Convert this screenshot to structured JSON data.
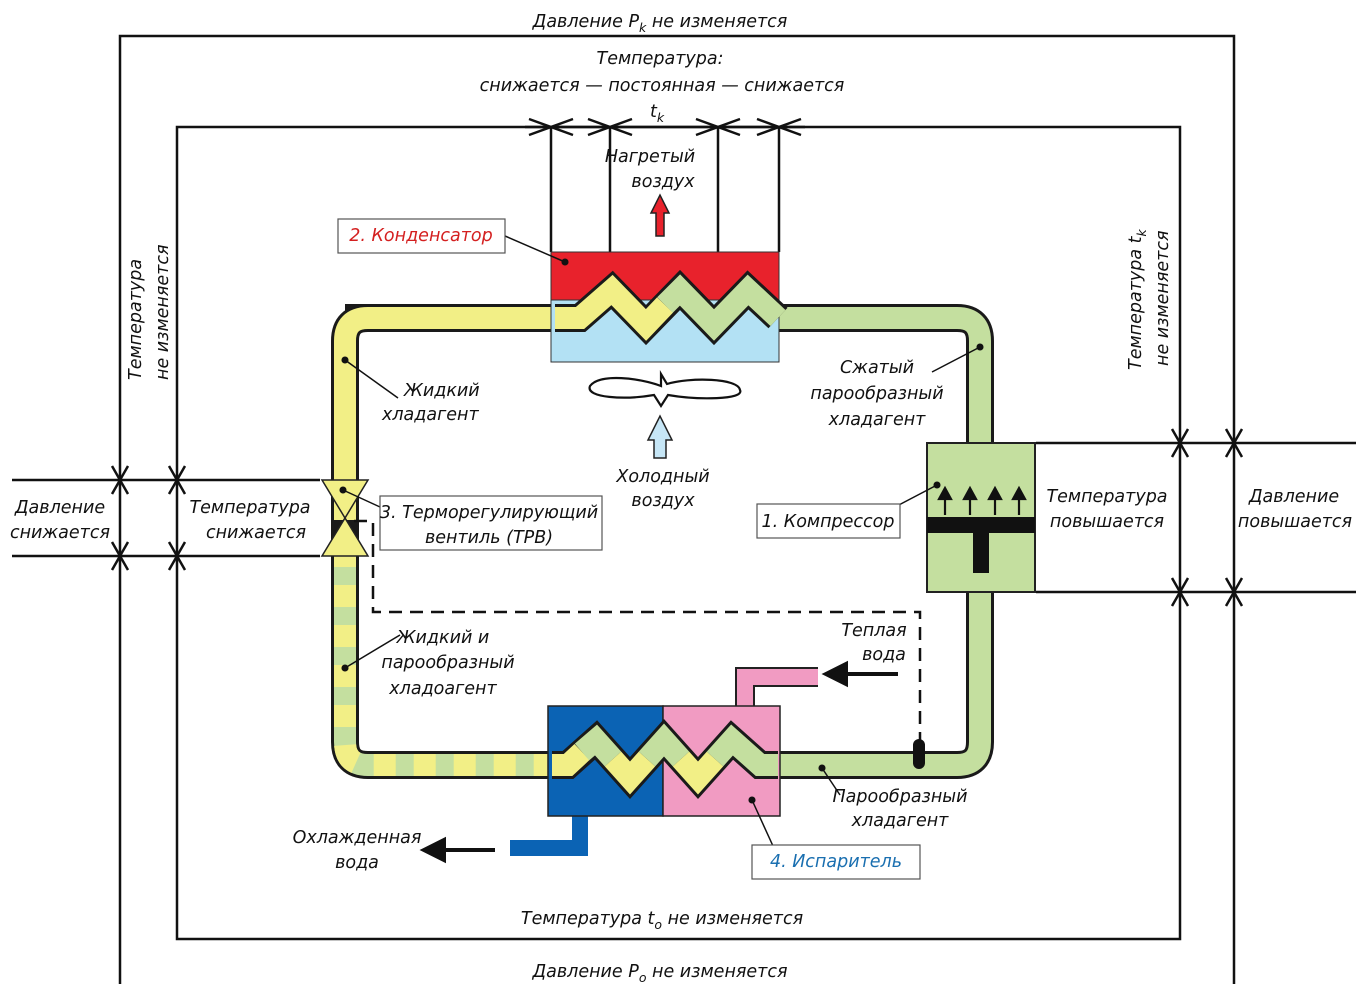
{
  "colors": {
    "liquid": "#f2ef86",
    "vapor": "#c4df9f",
    "condenser_hot": "#e8222c",
    "condenser_cool": "#b3e1f4",
    "evaporator_cold": "#0b63b4",
    "evaporator_warm": "#f19bc2",
    "pipe_outline": "#1a1a1a",
    "label_red": "#d42020",
    "label_blue": "#1a6fb0",
    "arrow_hot": "#e8222c",
    "arrow_cold": "#c6e6f6"
  },
  "boundaries": {
    "pressure_top": {
      "text": "Давление P",
      "sub": "k",
      "tail": " не изменяется"
    },
    "pressure_bottom": {
      "text": "Давление P",
      "sub": "o",
      "tail": " не изменяется"
    },
    "temperature_bottom": {
      "text": "Температура t",
      "sub": "o",
      "tail": " не изменяется"
    },
    "temperature_top_line1": "Температура:",
    "temperature_top_line2": "снижается — постоянная — снижается",
    "temperature_top_tk": {
      "text": "t",
      "sub": "k"
    },
    "left_temperature_line1": "Температура",
    "left_temperature_line2": "не изменяется",
    "right_temperature_line1": {
      "text": "Температура t",
      "sub": "k"
    },
    "right_temperature_line2": "не изменяется"
  },
  "side_labels": {
    "pressure_drops_1": "Давление",
    "pressure_drops_2": "снижается",
    "temperature_drops_1": "Температура",
    "temperature_drops_2": "снижается",
    "temperature_rises_1": "Температура",
    "temperature_rises_2": "повышается",
    "pressure_rises_1": "Давление",
    "pressure_rises_2": "повышается"
  },
  "components": {
    "condenser": "2. Конденсатор",
    "valve_line1": "3. Терморегулирующий",
    "valve_line2": "вентиль (ТРВ)",
    "compressor": "1. Компрессор",
    "evaporator": "4. Испаритель"
  },
  "flow_labels": {
    "heated_air_1": "Нагретый",
    "heated_air_2": "воздух",
    "cold_air_1": "Холодный",
    "cold_air_2": "воздух",
    "liquid_1": "Жидкий",
    "liquid_2": "хладагент",
    "compressed_1": "Сжатый",
    "compressed_2": "парообразный",
    "compressed_3": "хладагент",
    "mixed_1": "Жидкий и",
    "mixed_2": "парообразный",
    "mixed_3": "хладоагент",
    "warm_water_1": "Теплая",
    "warm_water_2": "вода",
    "chilled_water_1": "Охлажденная",
    "chilled_water_2": "вода",
    "vapor_1": "Парообразный",
    "vapor_2": "хладагент"
  }
}
